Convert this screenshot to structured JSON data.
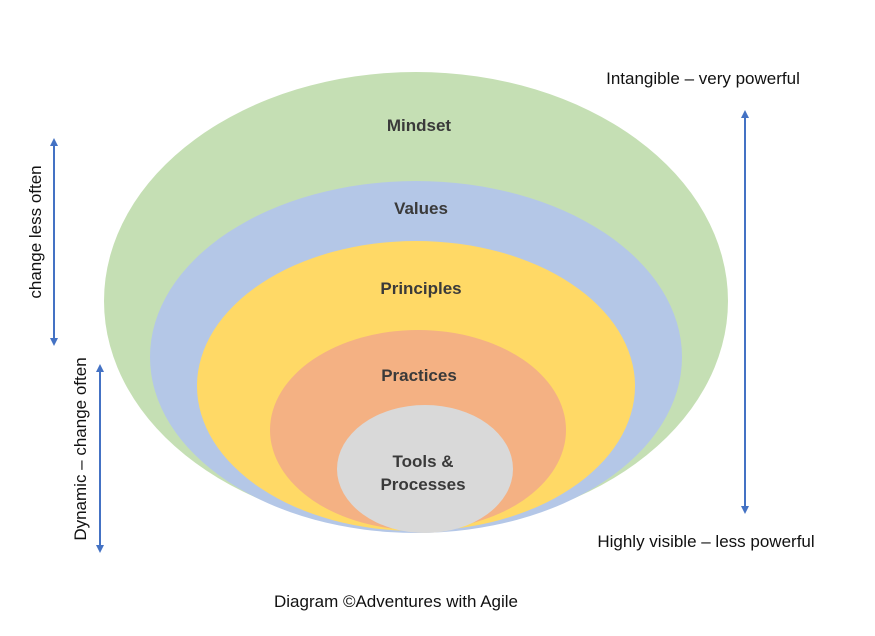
{
  "layers": [
    {
      "label": "Mindset",
      "color": "#c5dfb4"
    },
    {
      "label": "Values",
      "color": "#b4c7e7"
    },
    {
      "label": "Principles",
      "color": "#ffd966"
    },
    {
      "label": "Practices",
      "color": "#f4b183"
    },
    {
      "label": "Tools &",
      "label_line2": "Processes",
      "color": "#d9d9d9"
    }
  ],
  "right_scale": {
    "top_label": "Intangible – very powerful",
    "bottom_label": "Highly visible – less powerful"
  },
  "left_scale": {
    "upper_label": "change less often",
    "lower_label": "Dynamic – change often"
  },
  "caption": "Diagram ©Adventures with Agile",
  "arrow_color": "#4472c4"
}
